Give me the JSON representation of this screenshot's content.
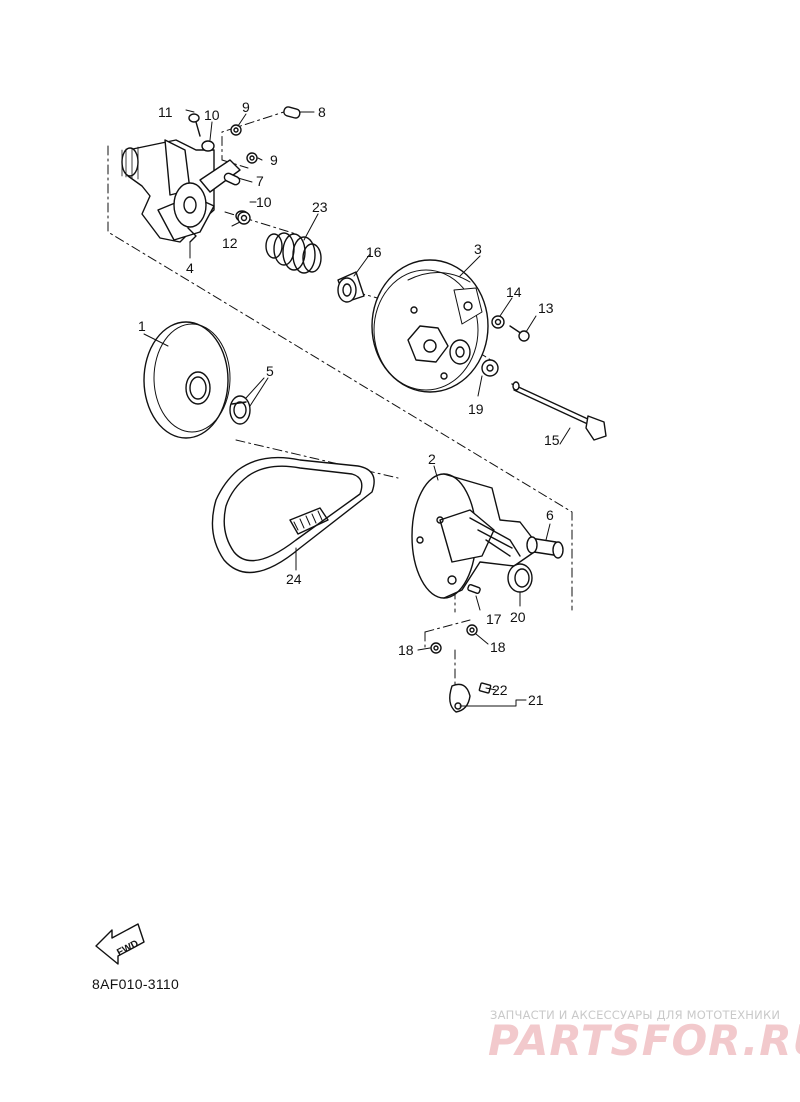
{
  "diagram": {
    "part_labels": [
      "1",
      "2",
      "3",
      "4",
      "5",
      "6",
      "7",
      "8",
      "9",
      "9",
      "10",
      "10",
      "11",
      "12",
      "13",
      "14",
      "15",
      "16",
      "17",
      "18",
      "18",
      "19",
      "20",
      "21",
      "22",
      "23",
      "24"
    ],
    "fwd_label": "FWD",
    "catalog_code": "8AF010-3110"
  },
  "watermark": {
    "tagline": "ЗАПЧАСТИ И АКСЕССУАРЫ ДЛЯ МОТОТЕХНИКИ",
    "brand": "PARTSFOR.RU"
  },
  "colors": {
    "ink": "#111111",
    "watermark_text": "#c9c9c9",
    "watermark_brand": "#f2c9cc"
  }
}
